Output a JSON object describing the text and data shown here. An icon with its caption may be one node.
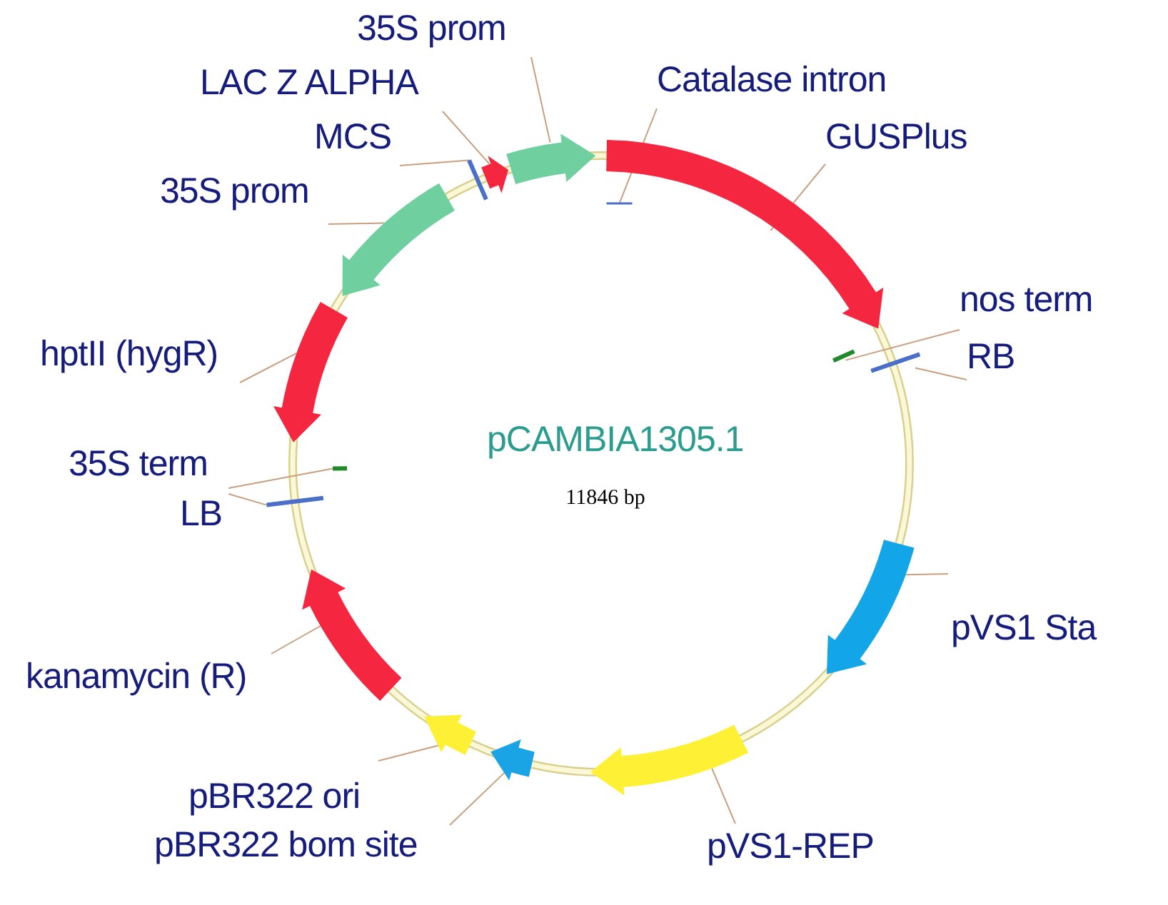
{
  "diagram": {
    "title": "pCAMBIA1305.1",
    "nodes": [
      {
        "text": [
          "35S prom"
        ]
      },
      {
        "text": [
          "LAC Z ALPHA"
        ]
      },
      {
        "text": [
          "MCS"
        ]
      },
      {
        "text": [
          "35S prom"
        ]
      },
      {
        "text": [
          "hptII (hygR)"
        ]
      },
      {
        "text": [
          "35S term"
        ]
      },
      {
        "text": [
          "LB"
        ]
      },
      {
        "text": [
          "kanamycin (R)"
        ]
      },
      {
        "text": [
          "pBR322 ori"
        ]
      },
      {
        "text": [
          "pBR322 bom site"
        ]
      },
      {
        "text": [
          "Catalase intron"
        ]
      },
      {
        "text": [
          "GUSPlus"
        ]
      },
      {
        "text": [
          "nos term"
        ]
      },
      {
        "text": [
          "RB"
        ]
      },
      {
        "text": [
          "pVS1 Sta"
        ]
      },
      {
        "text": [
          "pVS1-REP"
        ]
      },
      {
        "text": [],
        "shape": "arrow"
      },
      {
        "text": [],
        "shape": "arrow"
      },
      {
        "text": [],
        "shape": "bar"
      },
      {
        "text": [],
        "shape": "arrow"
      },
      {
        "text": [],
        "shape": "arrow"
      },
      {
        "text": [],
        "shape": "bar"
      },
      {
        "text": [],
        "shape": "bar"
      },
      {
        "text": [],
        "shape": "arrow"
      },
      {
        "text": [],
        "shape": "arrow"
      },
      {
        "text": [],
        "shape": "arrow"
      },
      {
        "text": [],
        "shape": "arrow"
      },
      {
        "text": [],
        "shape": "arrow"
      },
      {
        "text": [],
        "shape": "arrow"
      },
      {
        "text": [],
        "shape": "bar"
      },
      {
        "text": [],
        "shape": "bar"
      },
      {
        "text": [],
        "shape": "bar"
      }
    ],
    "edges": [
      {
        "from": 0,
        "to": 16,
        "arrow": "none"
      },
      {
        "from": 1,
        "to": 17,
        "arrow": "none"
      },
      {
        "from": 2,
        "to": 18,
        "arrow": "none"
      },
      {
        "from": 3,
        "to": 19,
        "arrow": "none"
      },
      {
        "from": 4,
        "to": 20,
        "arrow": "none"
      },
      {
        "from": 5,
        "to": 21,
        "arrow": "none"
      },
      {
        "from": 6,
        "to": 22,
        "arrow": "none"
      },
      {
        "from": 7,
        "to": 23,
        "arrow": "none"
      },
      {
        "from": 8,
        "to": 24,
        "arrow": "none"
      },
      {
        "from": 9,
        "to": 25,
        "arrow": "none"
      },
      {
        "from": 10,
        "to": 29,
        "arrow": "none"
      },
      {
        "from": 11,
        "to": 28,
        "arrow": "none"
      },
      {
        "from": 12,
        "to": 30,
        "arrow": "none"
      },
      {
        "from": 13,
        "to": 31,
        "arrow": "none"
      },
      {
        "from": 14,
        "to": 27,
        "arrow": "none"
      },
      {
        "from": 15,
        "to": 26,
        "arrow": "none"
      }
    ],
    "labels": [
      "11846 bp"
    ]
  }
}
